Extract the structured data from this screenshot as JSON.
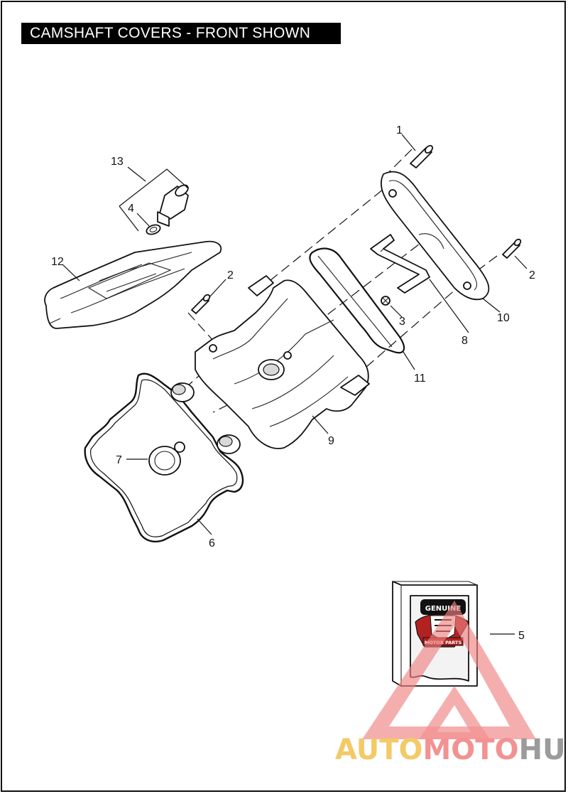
{
  "title": "CAMSHAFT COVERS - FRONT SHOWN",
  "callouts": {
    "c1": "1",
    "c2a": "2",
    "c2b": "2",
    "c3": "3",
    "c4": "4",
    "c5": "5",
    "c6": "6",
    "c7": "7",
    "c8": "8",
    "c9": "9",
    "c10": "10",
    "c11": "11",
    "c12": "12",
    "c13": "13"
  },
  "badge": {
    "line1": "GENUINE",
    "line2": "MOTOR PARTS"
  },
  "watermark": {
    "part1": "AUTO",
    "part2": "MOTO",
    "part3": "HUB",
    "color1": "#f2c14e",
    "color2": "#f08080",
    "color3": "#8a8a8a",
    "triangle_color": "#f08080"
  }
}
